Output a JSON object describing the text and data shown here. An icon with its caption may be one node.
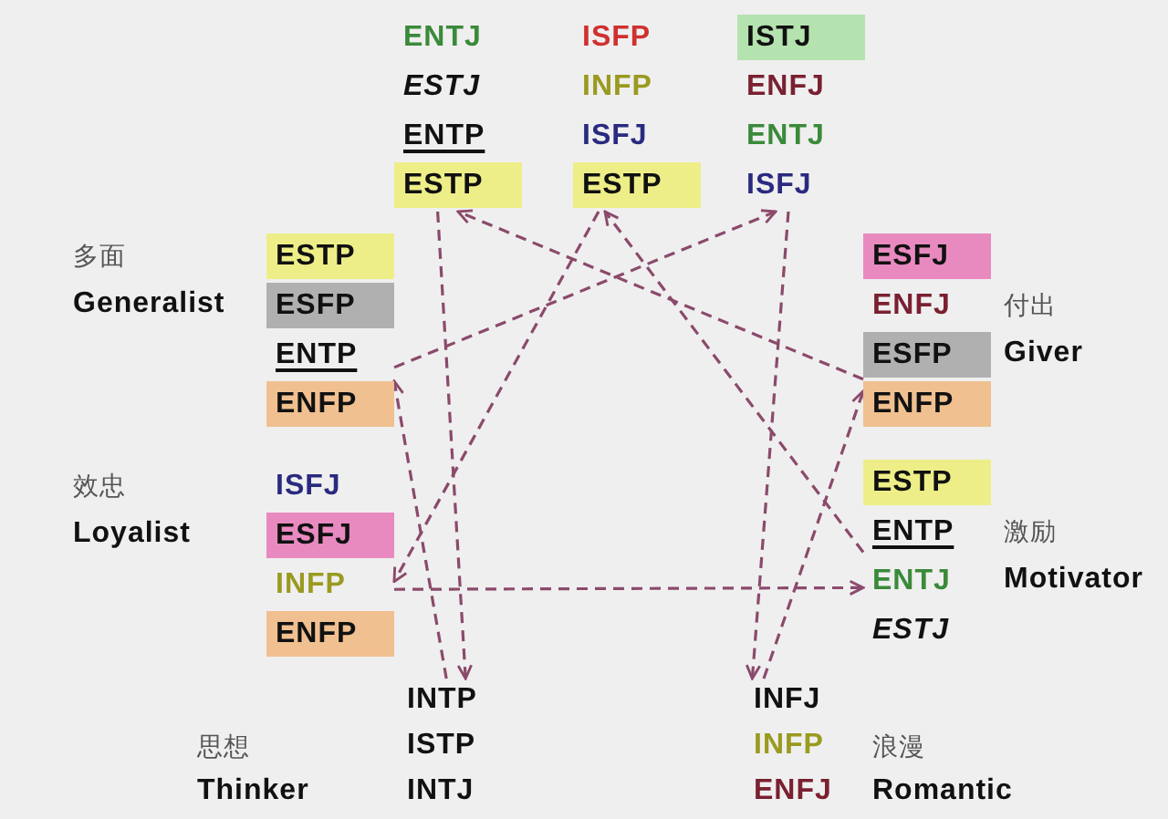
{
  "diagram": {
    "nodes": [
      {
        "text": [
          "ENTJ",
          "ESTJ",
          "ENTP",
          "ESTP"
        ]
      },
      {
        "text": [
          "ISFP",
          "INFP",
          "ISFJ",
          "ESTP"
        ]
      },
      {
        "text": [
          "ISTJ",
          "ENFJ",
          "ENTJ",
          "ISFJ"
        ]
      },
      {
        "text": [
          "ESFJ",
          "ENFJ",
          "ESFP",
          "ENFP"
        ],
        "beside": [
          "付出",
          "Giver"
        ]
      },
      {
        "text": [
          "ESTP",
          "ENTP",
          "ENTJ",
          "ESTJ"
        ],
        "beside": [
          "激励",
          "Motivator"
        ]
      },
      {
        "text": [
          "INFJ",
          "INFP",
          "ENFJ"
        ],
        "beside": [
          "浪漫",
          "Romantic"
        ]
      },
      {
        "text": [
          "INTP",
          "ISTP",
          "INTJ"
        ],
        "beside": [
          "思想",
          "Thinker"
        ]
      },
      {
        "text": [
          "ISFJ",
          "ESFJ",
          "INFP",
          "ENFP"
        ],
        "beside": [
          "效忠",
          "Loyalist"
        ]
      },
      {
        "text": [
          "ESTP",
          "ESFP",
          "ENTP",
          "ENFP"
        ],
        "beside": [
          "多面",
          "Generalist"
        ]
      }
    ],
    "edges": [
      {
        "from": 0,
        "to": 6,
        "arrow": "to",
        "style": "dashed"
      },
      {
        "from": 6,
        "to": 8,
        "arrow": "to",
        "style": "dashed"
      },
      {
        "from": 8,
        "to": 2,
        "arrow": "to",
        "style": "dashed"
      },
      {
        "from": 2,
        "to": 5,
        "arrow": "to",
        "style": "dashed"
      },
      {
        "from": 5,
        "to": 3,
        "arrow": "to",
        "style": "dashed"
      },
      {
        "from": 3,
        "to": 0,
        "arrow": "to",
        "style": "dashed"
      },
      {
        "from": 1,
        "to": 7,
        "arrow": "to",
        "style": "dashed"
      },
      {
        "from": 7,
        "to": 4,
        "arrow": "to",
        "style": "dashed"
      },
      {
        "from": 4,
        "to": 1,
        "arrow": "to",
        "style": "dashed"
      }
    ]
  }
}
